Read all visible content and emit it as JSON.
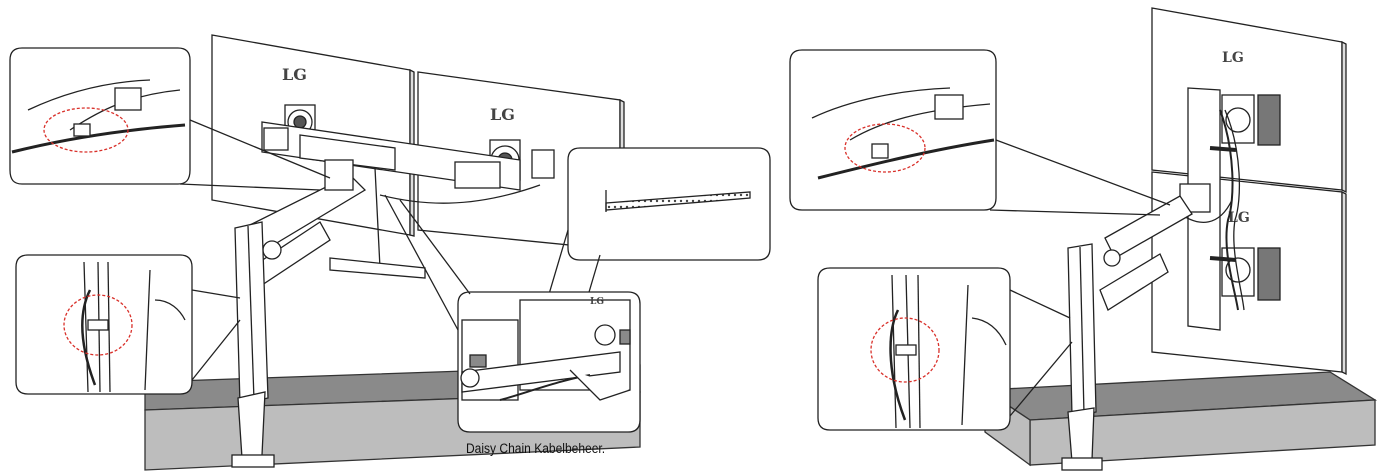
{
  "caption": "Daisy Chain Kabelbeheer.",
  "brand_logos": [
    "LG",
    "LG",
    "LG",
    "LG",
    "LG"
  ],
  "colors": {
    "line": "#222222",
    "desk_top": "#8a8a8a",
    "desk_edge": "#bdbdbd",
    "highlight_circle": "#d9302a"
  }
}
